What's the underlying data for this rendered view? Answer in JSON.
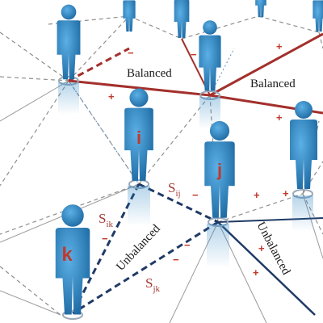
{
  "labels": {
    "balanced_left": "Balanced",
    "balanced_right": "Balanced",
    "unbalanced_center": "Unbalanced",
    "unbalanced_right": "Unbalanced",
    "node_i": "i",
    "node_j": "j",
    "node_k": "k",
    "edge_ij_base": "S",
    "edge_ij_sub": "ij",
    "edge_ik_base": "S",
    "edge_ik_sub": "ik",
    "edge_jk_base": "S",
    "edge_jk_sub": "jk"
  },
  "signs": {
    "s1": "−",
    "s2": "−",
    "s3": "+",
    "s4": "+",
    "s5": "−",
    "s6": "+",
    "s7": "+",
    "s8": "−",
    "s9": "−",
    "s10": "+",
    "s11": "+",
    "s12": "−",
    "s13": "+"
  },
  "colors": {
    "figure": "#2f86c3",
    "balanced_edge": "#a3302c",
    "unbalanced_edge": "#1f3a66",
    "node_label": "#c0392b",
    "edge_label": "#a33b36",
    "sign": "#c0392b",
    "network_line": "#8a8a8a"
  }
}
